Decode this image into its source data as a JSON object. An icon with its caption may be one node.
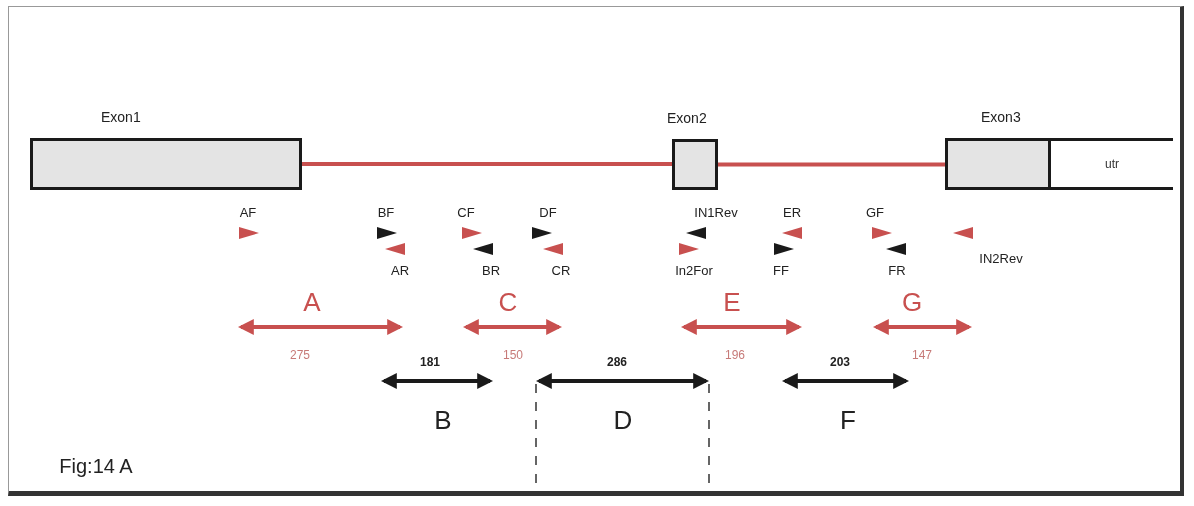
{
  "diagram": {
    "nodes": [
      {
        "text": [
          "Exon1"
        ]
      },
      {
        "text": [
          "Exon2"
        ]
      },
      {
        "text": [
          "Exon3"
        ]
      },
      {
        "text": [
          "utr"
        ],
        "in": 2
      }
    ],
    "edges": [
      {
        "from": 0,
        "to": 1,
        "arrow": "none"
      },
      {
        "from": 1,
        "to": 2,
        "arrow": "none"
      }
    ],
    "labels": [
      "AF",
      "BF",
      "CF",
      "DF",
      "IN1Rev",
      "ER",
      "GF",
      "AR",
      "BR",
      "CR",
      "In2For",
      "FF",
      "FR",
      "IN2Rev",
      "A",
      "C",
      "E",
      "G",
      "275",
      "181",
      "150",
      "286",
      "196",
      "203",
      "147",
      "B",
      "D",
      "F",
      "Fig:14 A"
    ]
  }
}
